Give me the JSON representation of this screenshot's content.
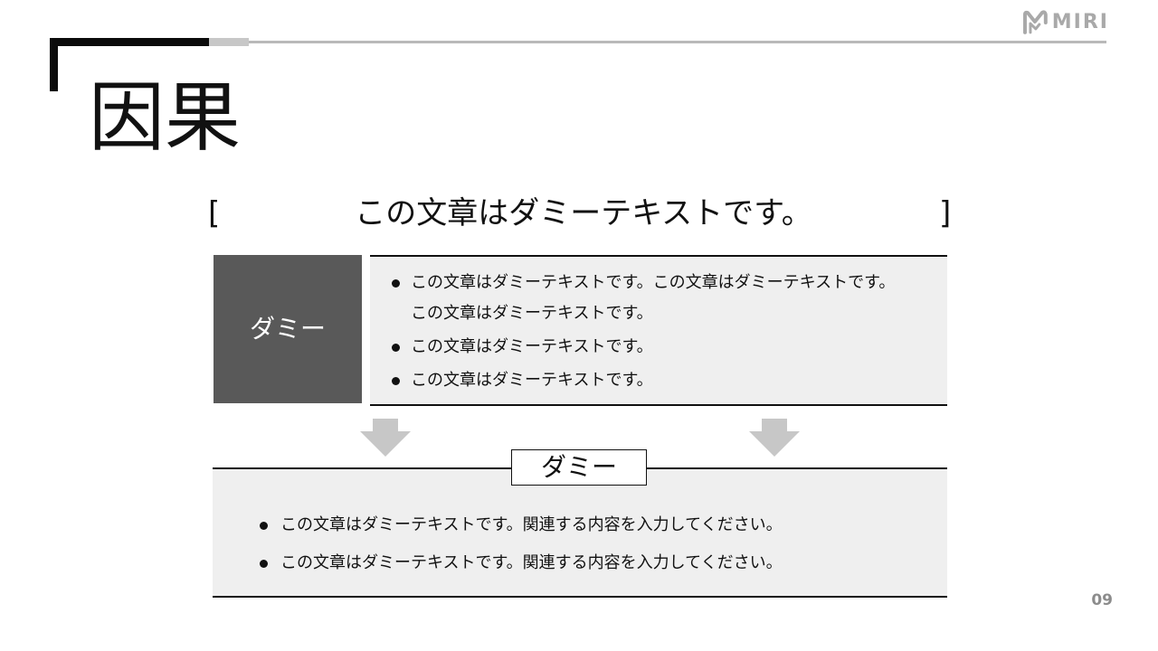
{
  "logo": {
    "text": "MIRI"
  },
  "page_title": "因果",
  "subtitle": {
    "open_bracket": "[",
    "text": "この文章はダミーテキストです。",
    "close_bracket": "]"
  },
  "cause": {
    "label": "ダミー",
    "bullets": [
      "この文章はダミーテキストです。この文章はダミーテキストです。この文章はダミーテキストです。",
      "この文章はダミーテキストです。",
      "この文章はダミーテキストです。"
    ]
  },
  "effect": {
    "label": "ダミー",
    "bullets": [
      "この文章はダミーテキストです。関連する内容を入力してください。",
      "この文章はダミーテキストです。関連する内容を入力してください。"
    ]
  },
  "page_number": "09",
  "colors": {
    "dark_block": "#595959",
    "panel_bg": "#efefef",
    "accent_gray": "#c7c7c7",
    "logo_gray": "#a9a9a9"
  },
  "icons": {
    "logo": "miri-logo-icon",
    "arrow": "down-arrow-icon"
  }
}
